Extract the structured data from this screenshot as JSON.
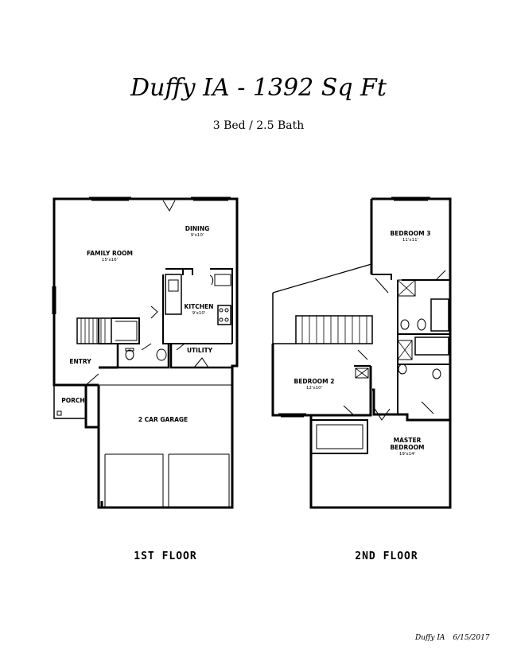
{
  "title": "Duffy IA - 1392 Sq Ft",
  "subtitle": "3 Bed / 2.5 Bath",
  "floors": {
    "first": {
      "label": "1ST FLOOR",
      "rooms": {
        "dining": {
          "name": "DINING",
          "dims": "9'x10'"
        },
        "family_room": {
          "name": "FAMILY ROOM",
          "dims": "15'x16'"
        },
        "kitchen": {
          "name": "KITCHEN",
          "dims": "9'x10'"
        },
        "utility": {
          "name": "UTILITY"
        },
        "entry": {
          "name": "ENTRY"
        },
        "porch": {
          "name": "PORCH"
        },
        "garage": {
          "name": "2 CAR GARAGE"
        }
      }
    },
    "second": {
      "label": "2ND FLOOR",
      "rooms": {
        "bedroom3": {
          "name": "BEDROOM 3",
          "dims": "11'x11'"
        },
        "bedroom2": {
          "name": "BEDROOM 2",
          "dims": "12'x10'"
        },
        "master": {
          "name": "MASTER",
          "name2": "BEDROOM",
          "dims": "19'x14'"
        }
      }
    }
  },
  "footer": {
    "plan": "Duffy IA",
    "date": "6/15/2017"
  }
}
